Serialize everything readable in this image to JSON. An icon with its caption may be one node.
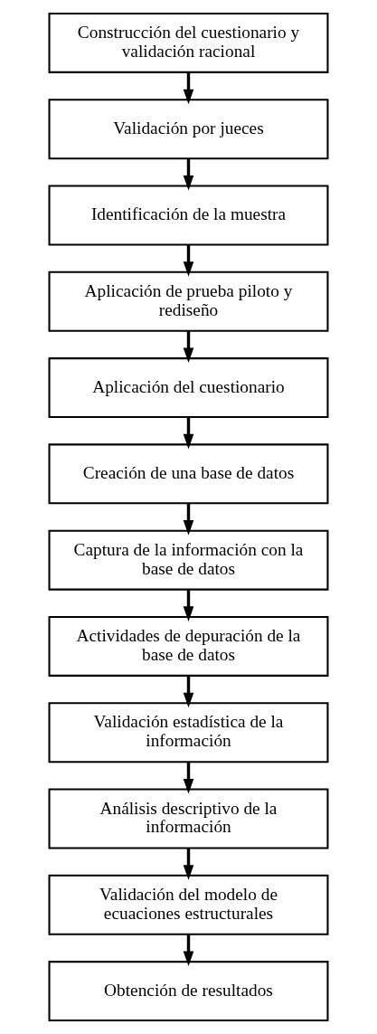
{
  "diagram": {
    "nodes": [
      {
        "text": [
          "Construcción del cuestionario y validación racional"
        ]
      },
      {
        "text": [
          "Validación por jueces"
        ]
      },
      {
        "text": [
          "Identificación de la muestra"
        ]
      },
      {
        "text": [
          "Aplicación de prueba piloto y rediseño"
        ]
      },
      {
        "text": [
          "Aplicación del cuestionario"
        ]
      },
      {
        "text": [
          "Creación de una base de datos"
        ]
      },
      {
        "text": [
          "Captura de la información con la base de datos"
        ]
      },
      {
        "text": [
          "Actividades de depuración de la base de datos"
        ]
      },
      {
        "text": [
          "Validación estadística de la información"
        ]
      },
      {
        "text": [
          "Análisis descriptivo de la información"
        ]
      },
      {
        "text": [
          "Validación del modelo de ecuaciones estructurales"
        ]
      },
      {
        "text": [
          "Obtención de resultados"
        ]
      }
    ],
    "edges": [
      {
        "from": 0,
        "to": 1,
        "arrow": "to"
      },
      {
        "from": 1,
        "to": 2,
        "arrow": "to"
      },
      {
        "from": 2,
        "to": 3,
        "arrow": "to"
      },
      {
        "from": 3,
        "to": 4,
        "arrow": "to"
      },
      {
        "from": 4,
        "to": 5,
        "arrow": "to"
      },
      {
        "from": 5,
        "to": 6,
        "arrow": "to"
      },
      {
        "from": 6,
        "to": 7,
        "arrow": "to"
      },
      {
        "from": 7,
        "to": 8,
        "arrow": "to"
      },
      {
        "from": 8,
        "to": 9,
        "arrow": "to"
      },
      {
        "from": 9,
        "to": 10,
        "arrow": "to"
      },
      {
        "from": 10,
        "to": 11,
        "arrow": "to"
      }
    ]
  }
}
